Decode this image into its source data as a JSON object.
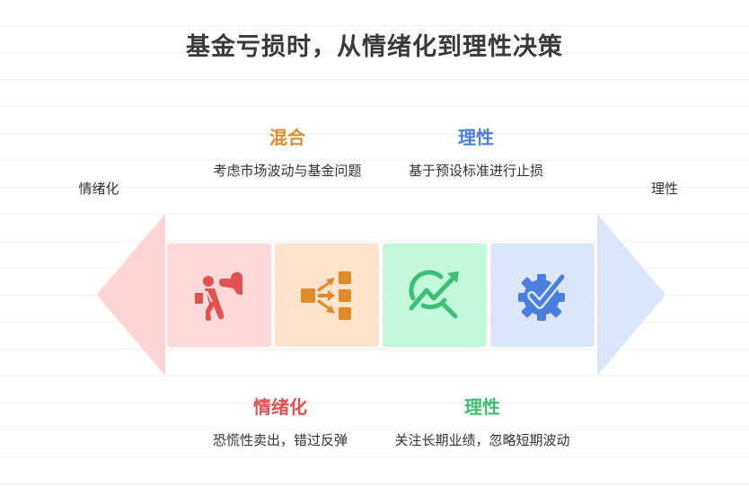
{
  "title": "基金亏损时，从情绪化到理性决策",
  "ends": {
    "left_label": "情绪化",
    "right_label": "理性"
  },
  "colors": {
    "left_arrow": "#ffd4d4",
    "right_arrow": "#dbe6fd",
    "red": "#e05252",
    "orange": "#e08a2e",
    "green": "#3cbf73",
    "blue": "#4a7fe0",
    "text": "#333333"
  },
  "steps": [
    {
      "title": "情绪化",
      "description": "恐慌性卖出，错过反弹",
      "position": "bottom",
      "color": "#e05252",
      "bg": "#ffd9d9",
      "icon": "panic-sell-icon"
    },
    {
      "title": "混合",
      "description": "考虑市场波动与基金问题",
      "position": "top",
      "color": "#e08a2e",
      "bg": "#ffe3cc",
      "icon": "flow-diagram-icon"
    },
    {
      "title": "理性",
      "description": "关注长期业绩，忽略短期波动",
      "position": "bottom",
      "color": "#3cbf73",
      "bg": "#c4f8dc",
      "icon": "chart-analysis-icon"
    },
    {
      "title": "理性",
      "description": "基于预设标准进行止损",
      "position": "top",
      "color": "#4a7fe0",
      "bg": "#dbe6fd",
      "icon": "gear-check-icon"
    }
  ]
}
